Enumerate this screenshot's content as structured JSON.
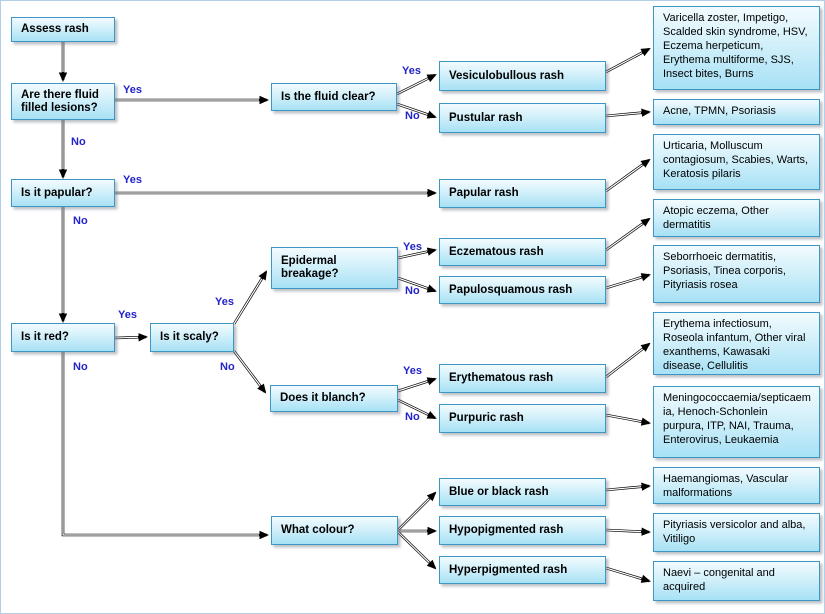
{
  "branch_labels": {
    "yes": "Yes",
    "no": "No"
  },
  "colors": {
    "node_fill_top": "#f2fbfe",
    "node_fill_bottom": "#a7e1f5",
    "node_border": "#3e96c3",
    "branch_label": "#2323cb",
    "connector": "#000000",
    "canvas_border": "#b3cfe8"
  },
  "nodes": {
    "start": "Assess rash",
    "q_fluid_lesions": "Are there fluid filled lesions?",
    "q_fluid_clear": "Is the fluid clear?",
    "q_papular": "Is it papular?",
    "q_red": "Is it red?",
    "q_scaly": "Is it scaly?",
    "q_epidermal": "Epidermal breakage?",
    "q_blanch": "Does it blanch?",
    "q_colour": "What colour?"
  },
  "rash_types": {
    "vesiculobullous": "Vesiculobullous rash",
    "pustular": "Pustular rash",
    "papular": "Papular rash",
    "eczematous": "Eczematous rash",
    "papulosquamous": "Papulosquamous rash",
    "erythematous": "Erythematous rash",
    "purpuric": "Purpuric rash",
    "blue_black": "Blue or black rash",
    "hypopigmented": "Hypopigmented rash",
    "hyperpigmented": "Hyperpigmented rash"
  },
  "diagnoses": {
    "vesiculobullous": "Varicella zoster, Impetigo, Scalded skin syndrome, HSV, Eczema herpeticum, Erythema multiforme, SJS, Insect bites, Burns",
    "pustular": "Acne, TPMN, Psoriasis",
    "papular": "Urticaria, Molluscum contagiosum, Scabies, Warts, Keratosis pilaris",
    "eczematous": "Atopic eczema, Other dermatitis",
    "papulosquamous": "Seborrhoeic dermatitis, Psoriasis, Tinea corporis, Pityriasis rosea",
    "erythematous": "Erythema infectiosum, Roseola infantum, Other viral exanthems, Kawasaki disease, Cellulitis",
    "purpuric": "Meningococcaemia/septicaemia, Henoch-Schonlein purpura, ITP, NAI, Trauma, Enterovirus, Leukaemia",
    "blue_black": "Haemangiomas, Vascular malformations",
    "hypopigmented": "Pityriasis versicolor and alba, Vitiligo",
    "hyperpigmented": "Naevi – congenital and acquired"
  }
}
